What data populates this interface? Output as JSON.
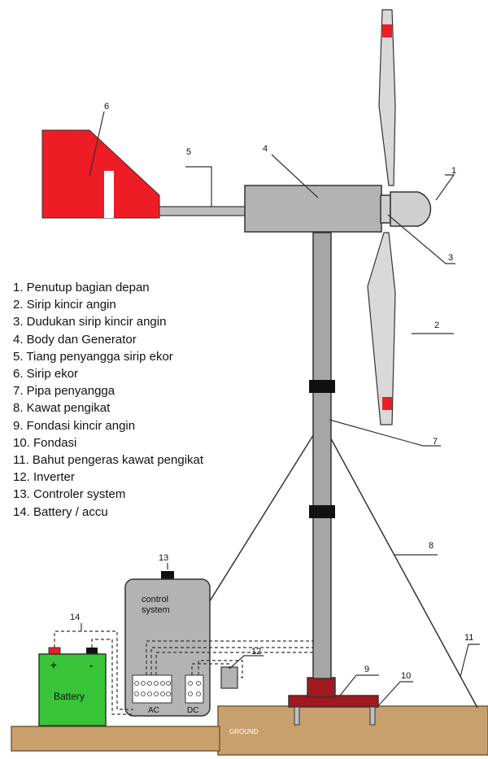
{
  "legend": [
    "1. Penutup bagian depan",
    "2. Sirip kincir angin",
    "3. Dudukan sirip kincir angin",
    "4. Body dan Generator",
    "5. Tiang penyangga sirip ekor",
    "6. Sirip ekor",
    "7. Pipa penyangga",
    "8. Kawat pengikat",
    "9. Fondasi kincir angin",
    "10. Fondasi",
    "11. Bahut pengeras kawat pengikat",
    "12. Inverter",
    "13. Controler system",
    "14. Battery / accu"
  ],
  "callouts": [
    "1",
    "2",
    "3",
    "4",
    "5",
    "6",
    "7",
    "8",
    "9",
    "10",
    "11",
    "12",
    "13",
    "14"
  ],
  "control_box": {
    "line1": "control",
    "line2": "system",
    "ac": "AC",
    "dc": "DC"
  },
  "battery": {
    "label": "Battery",
    "plus": "+",
    "minus": "-"
  },
  "ground": {
    "label": "GROUND"
  },
  "colors": {
    "tail_fin": "#ee1c24",
    "gray_part": "#b3b3b3",
    "pole": "#a6a6a6",
    "blade": "#d9d9d9",
    "foundation": "#a01820",
    "ground": "#c7a06d",
    "battery": "#39c43a",
    "outline": "#333333"
  }
}
